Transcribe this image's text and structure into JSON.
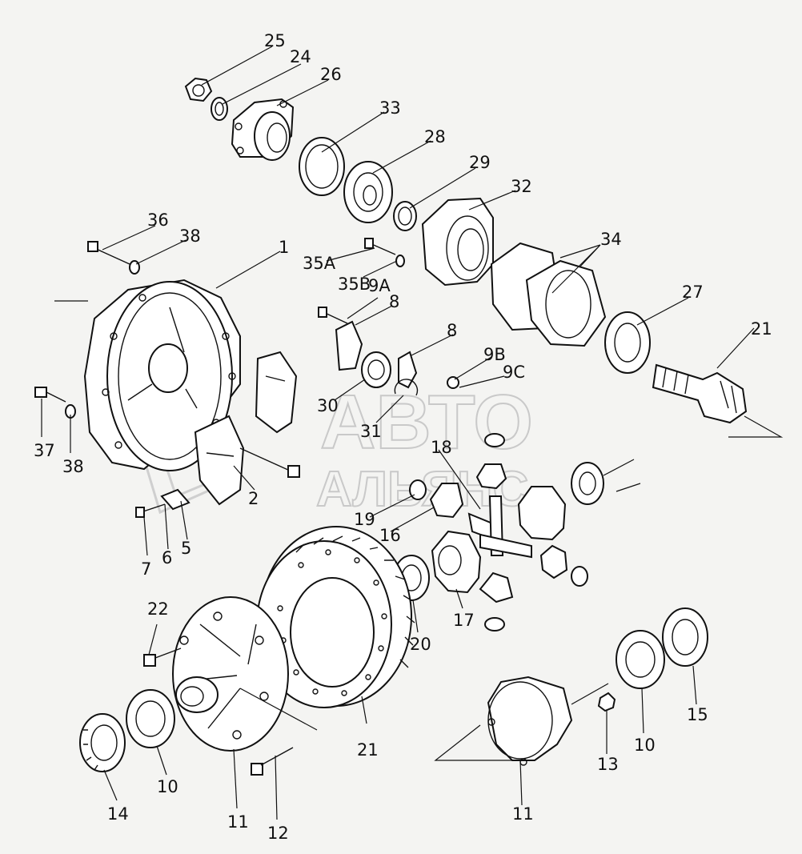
{
  "watermark": {
    "line1": "АВТО",
    "line2": "АЛЬЯНС"
  },
  "labels": {
    "l25": "25",
    "l24": "24",
    "l26": "26",
    "l33": "33",
    "l28": "28",
    "l29": "29",
    "l32": "32",
    "l34": "34",
    "l36": "36",
    "l38a": "38",
    "l1": "1",
    "l35a": "35A",
    "l35b": "35B",
    "l9a": "9A",
    "l8a": "8",
    "l8b": "8",
    "l27": "27",
    "l21a": "21",
    "l9b": "9B",
    "l9c": "9C",
    "l30": "30",
    "l31": "31",
    "l37": "37",
    "l38b": "38",
    "l18": "18",
    "l2": "2",
    "l19": "19",
    "l16": "16",
    "l7": "7",
    "l6": "6",
    "l5": "5",
    "l22": "22",
    "l20": "20",
    "l17": "17",
    "l21b": "21",
    "l14": "14",
    "l10a": "10",
    "l11a": "11",
    "l12": "12",
    "l11b": "11",
    "l13": "13",
    "l10b": "10",
    "l15": "15"
  }
}
